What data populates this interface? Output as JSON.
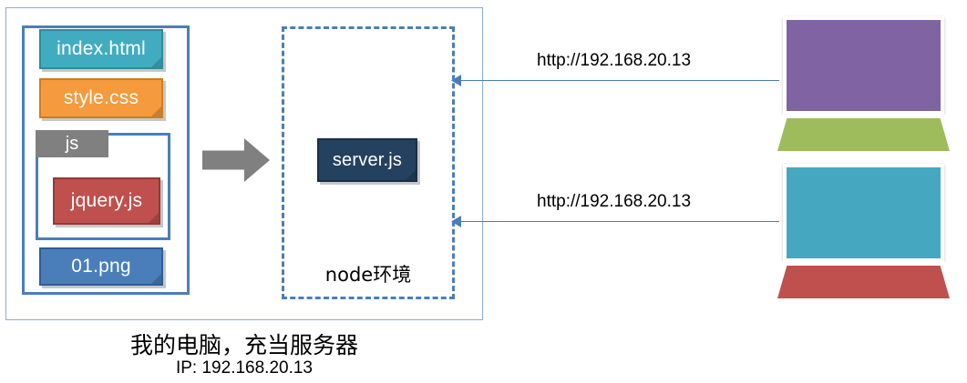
{
  "diagram": {
    "title_caption": "我的电脑，充当服务器",
    "ip_caption": "IP: 192.168.20.13",
    "computer_box": {
      "name": "my-computer-container"
    },
    "project_folder": {
      "files": [
        {
          "id": "index",
          "label": "index.html",
          "color": "#41acc0"
        },
        {
          "id": "style",
          "label": "style.css",
          "color": "#f59a3d"
        },
        {
          "id": "png",
          "label": "01.png",
          "color": "#4a7ebb"
        }
      ],
      "subfolder": {
        "tab_label": "js",
        "tab_color": "#808080",
        "files": [
          {
            "id": "jquery",
            "label": "jquery.js",
            "color": "#c0504d"
          }
        ]
      }
    },
    "flow_arrow": {
      "direction": "right",
      "color": "#808080"
    },
    "node_env": {
      "caption": "node环境",
      "border_color": "#4a7ebb",
      "files": [
        {
          "id": "server",
          "label": "server.js",
          "color": "#24415f"
        }
      ]
    },
    "connections": [
      {
        "id": "conn-1",
        "label": "http://192.168.20.13",
        "color": "#4a7ebb",
        "direction": "left"
      },
      {
        "id": "conn-2",
        "label": "http://192.168.20.13",
        "color": "#4a7ebb",
        "direction": "left"
      }
    ],
    "clients": [
      {
        "id": "laptop-top",
        "screen_color": "#7f63a3",
        "base_color": "#9fbc5c"
      },
      {
        "id": "laptop-bottom",
        "screen_color": "#45a8c0",
        "base_color": "#c0504d"
      }
    ]
  }
}
